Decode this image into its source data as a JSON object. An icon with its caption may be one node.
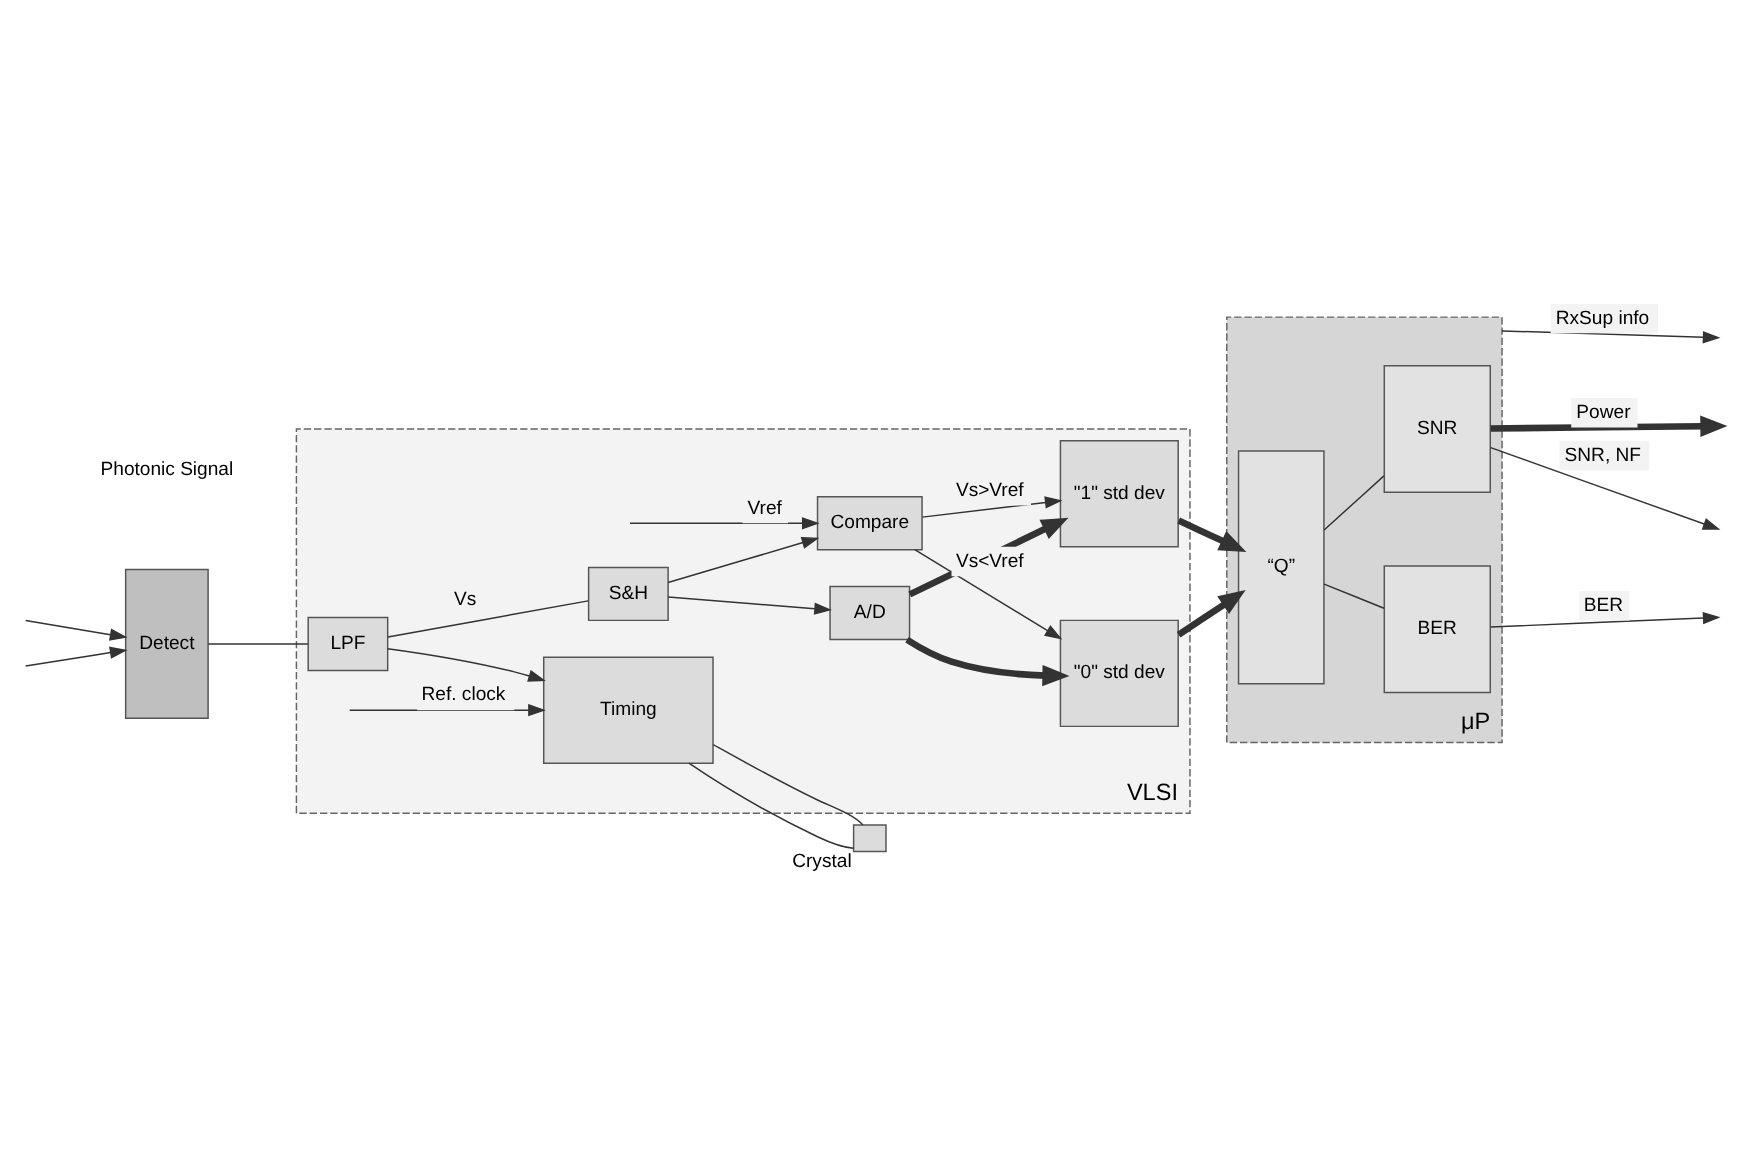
{
  "diagram": {
    "nodes": [
      {
        "text": [
          "VLSI"
        ]
      },
      {
        "text": [
          "μP"
        ]
      },
      {
        "text": [
          "Detect"
        ]
      },
      {
        "text": [
          "LPF"
        ],
        "in": 0
      },
      {
        "text": [
          "Timing"
        ],
        "in": 0
      },
      {
        "text": [],
        "shape": "box",
        "beside": [
          "Crystal"
        ]
      },
      {
        "text": [
          "S&H"
        ],
        "in": 0
      },
      {
        "text": [
          "A/D"
        ],
        "in": 0
      },
      {
        "text": [
          "Compare"
        ],
        "in": 0
      },
      {
        "text": [
          "\"1\" std dev"
        ],
        "in": 0
      },
      {
        "text": [
          "\"0\" std dev"
        ],
        "in": 0
      },
      {
        "text": [
          "“Q”"
        ],
        "in": 1
      },
      {
        "text": [
          "BER"
        ],
        "in": 1
      },
      {
        "text": [
          "SNR"
        ],
        "in": 1
      }
    ],
    "edges": [
      {
        "from": null,
        "to": 2,
        "arrow": "to"
      },
      {
        "from": null,
        "to": 2,
        "arrow": "to"
      },
      {
        "from": 2,
        "to": 3,
        "arrow": "none"
      },
      {
        "from": 3,
        "to": 4,
        "arrow": "to"
      },
      {
        "from": 4,
        "to": 5,
        "arrow": "none"
      },
      {
        "from": 4,
        "to": 5,
        "arrow": "none"
      },
      {
        "from": null,
        "to": 4,
        "arrow": "to",
        "label": "Ref. clock"
      },
      {
        "from": 3,
        "to": 6,
        "arrow": "none",
        "label": "Vs"
      },
      {
        "from": 6,
        "to": 7,
        "arrow": "to"
      },
      {
        "from": 6,
        "to": 8,
        "arrow": "to"
      },
      {
        "from": null,
        "to": 8,
        "arrow": "to",
        "label": "Vref"
      },
      {
        "from": 7,
        "to": 9,
        "arrow": "to",
        "style": "thick"
      },
      {
        "from": 7,
        "to": 10,
        "arrow": "to",
        "style": "thick"
      },
      {
        "from": 8,
        "to": 9,
        "arrow": "to",
        "label": "Vs>Vref"
      },
      {
        "from": 8,
        "to": 10,
        "arrow": "to",
        "label": "Vs<Vref"
      },
      {
        "from": 9,
        "to": 11,
        "arrow": "to",
        "style": "thick"
      },
      {
        "from": 10,
        "to": 11,
        "arrow": "to",
        "style": "thick"
      },
      {
        "from": 11,
        "to": 12,
        "arrow": "none"
      },
      {
        "from": 11,
        "to": 13,
        "arrow": "none"
      },
      {
        "from": 12,
        "to": null,
        "arrow": "to",
        "label": "BER"
      },
      {
        "from": 13,
        "to": null,
        "arrow": "to",
        "label": "SNR, NF"
      },
      {
        "from": 13,
        "to": null,
        "arrow": "to",
        "label": "Power",
        "style": "thick"
      },
      {
        "from": 1,
        "to": null,
        "arrow": "to",
        "label": "RxSup info"
      }
    ],
    "labels": [
      "Photonic Signal"
    ]
  }
}
